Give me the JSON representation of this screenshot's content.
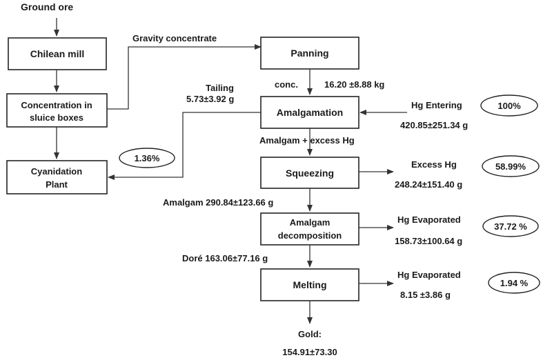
{
  "diagram": {
    "nodes": {
      "ground_ore": "Ground ore",
      "chilean_mill": "Chilean mill",
      "sluice_line1": "Concentration in",
      "sluice_line2": "sluice boxes",
      "cyanidation_line1": "Cyanidation",
      "cyanidation_line2": "Plant",
      "panning": "Panning",
      "amalgamation": "Amalgamation",
      "squeezing": "Squeezing",
      "decomp_line1": "Amalgam",
      "decomp_line2": "decomposition",
      "melting": "Melting"
    },
    "labels": {
      "gravity_concentrate": "Gravity concentrate",
      "conc": "conc.",
      "conc_value": "16.20  ±8.88 kg",
      "tailing": "Tailing",
      "tailing_value": "5.73±3.92 g",
      "hg_entering": "Hg Entering",
      "hg_entering_value": "420.85±251.34 g",
      "amalgam_excess": "Amalgam + excess Hg",
      "excess_hg": "Excess Hg",
      "excess_hg_value": "248.24±151.40 g",
      "amalgam_mass": "Amalgam  290.84±123.66 g",
      "hg_evaporated_1": "Hg Evaporated",
      "hg_evaporated_1_value": "158.73±100.64 g",
      "dore": "Doré  163.06±77.16 g",
      "hg_evaporated_2": "Hg Evaporated",
      "hg_evaporated_2_value": "8.15 ±3.86 g",
      "gold": "Gold:",
      "gold_value": "154.91±73.30"
    },
    "percentages": {
      "hg_entering": "100%",
      "tailing": "1.36%",
      "excess_hg": "58.99%",
      "evaporated_decomposition": "37.72 %",
      "evaporated_melting": "1.94 %"
    }
  }
}
